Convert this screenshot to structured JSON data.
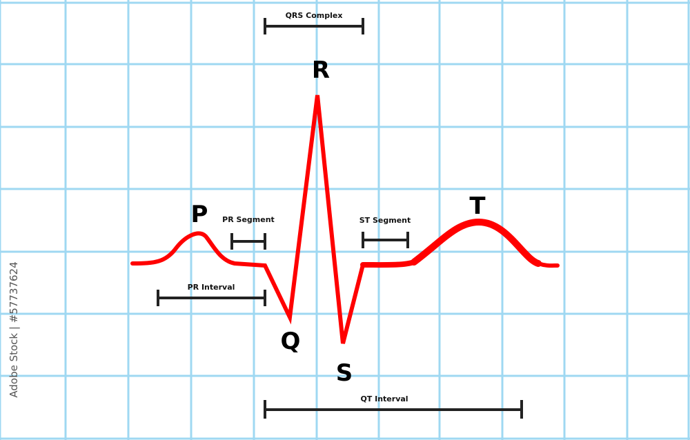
{
  "colors": {
    "grid": "#9fd8f2",
    "trace": "#ff0000",
    "bracket": "#222222",
    "background": "#ffffff"
  },
  "waves": {
    "p": "P",
    "q": "Q",
    "r": "R",
    "s": "S",
    "t": "T"
  },
  "intervals": {
    "qrs_complex": "QRS Complex",
    "pr_segment": "PR Segment",
    "pr_interval": "PR Interval",
    "st_segment": "ST Segment",
    "qt_interval": "QT Interval"
  },
  "watermark": {
    "stock_id": "Adobe Stock | #57737624"
  }
}
